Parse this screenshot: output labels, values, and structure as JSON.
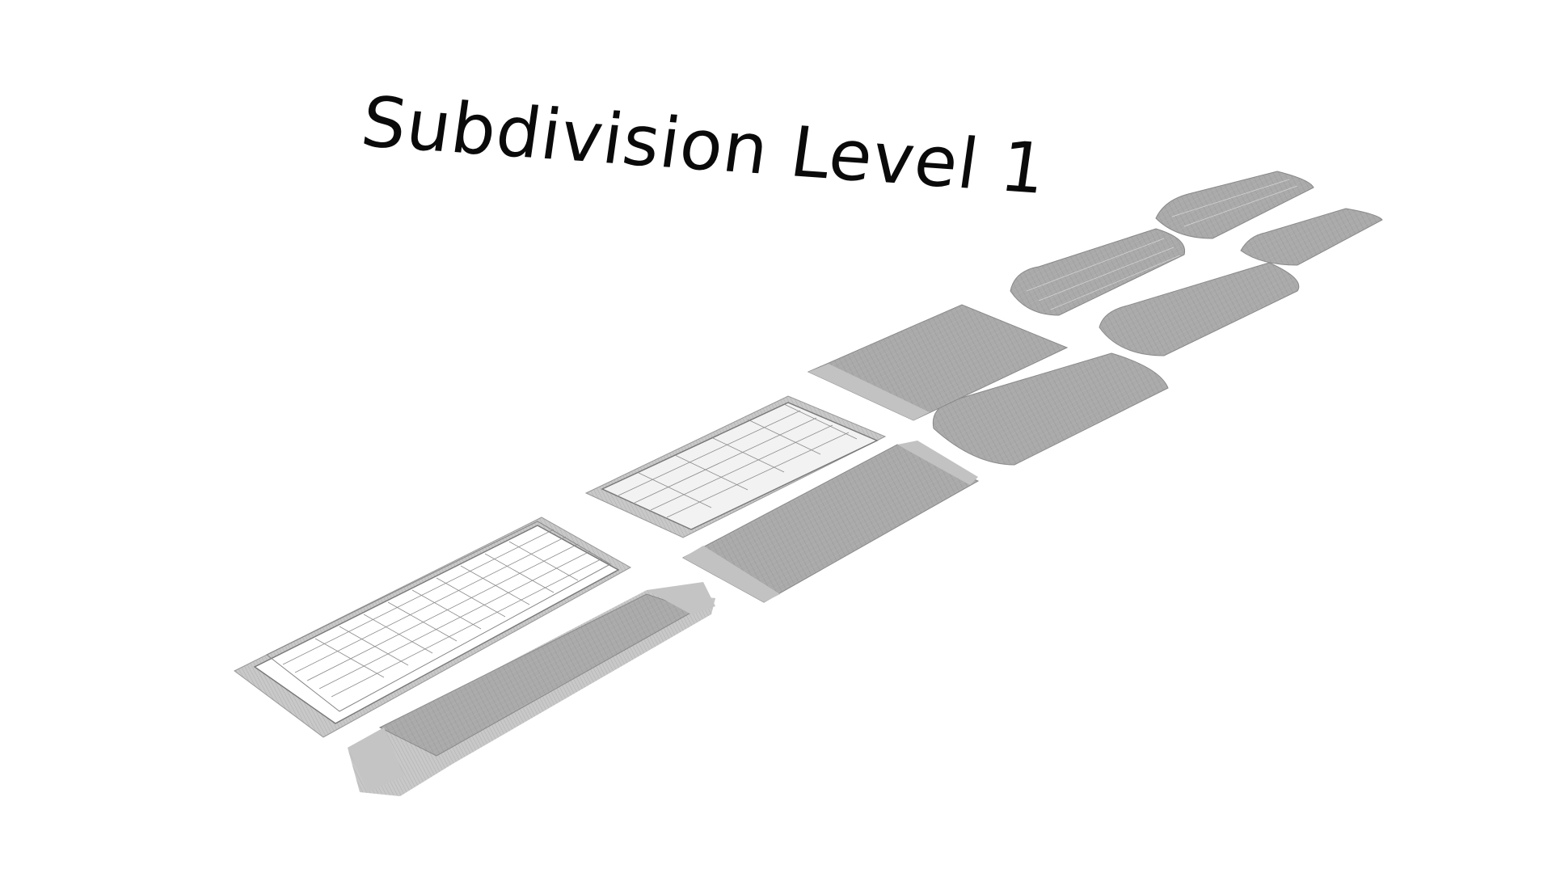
{
  "title": "Subdivision Level 1",
  "colors": {
    "background": "#ffffff",
    "mesh_fill": "#a9a9a9",
    "mesh_wire": "#8a8a8a",
    "wire_light": "#d9d9d9",
    "title_text": "#0a0a0a"
  },
  "models": [
    {
      "name": "tray-wireframe-large",
      "style": "wireframe"
    },
    {
      "name": "bar-wrapper-crimped",
      "style": "dense-mesh"
    },
    {
      "name": "tray-wireframe-medium",
      "style": "wireframe"
    },
    {
      "name": "bar-wrapper-flat",
      "style": "dense-mesh"
    },
    {
      "name": "pillow-pack-medium",
      "style": "dense-mesh"
    },
    {
      "name": "bar-wrapper-square",
      "style": "dense-mesh"
    },
    {
      "name": "tray-wireframe-small",
      "style": "wireframe"
    },
    {
      "name": "pillow-pack-small",
      "style": "dense-mesh"
    },
    {
      "name": "tray-wireframe-tiny",
      "style": "wireframe"
    },
    {
      "name": "pillow-pack-tiny",
      "style": "dense-mesh"
    }
  ]
}
